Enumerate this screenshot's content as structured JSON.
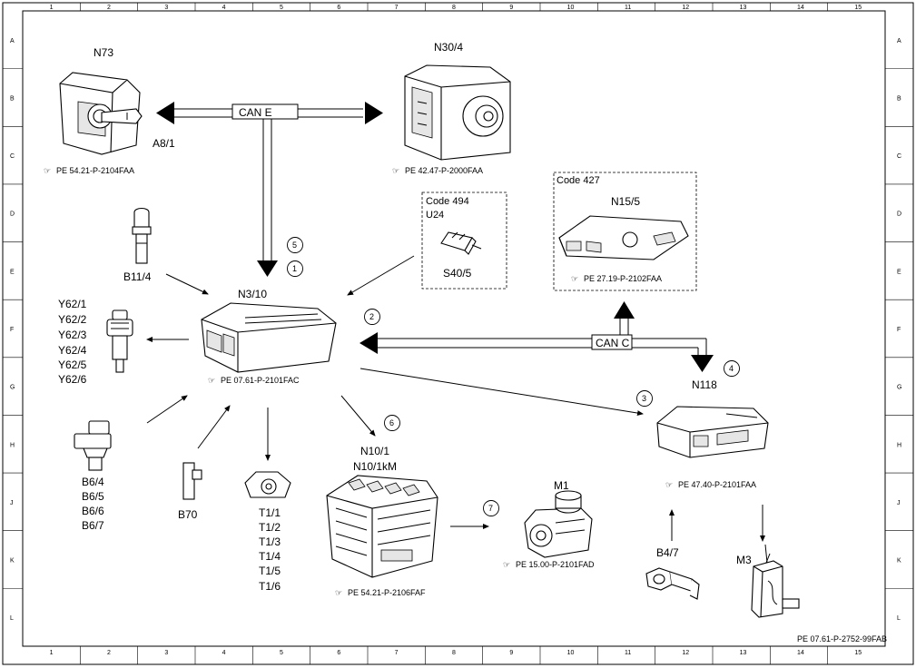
{
  "grid": {
    "cols": [
      "1",
      "2",
      "3",
      "4",
      "5",
      "6",
      "7",
      "8",
      "9",
      "10",
      "11",
      "12",
      "13",
      "14",
      "15"
    ],
    "rows": [
      "A",
      "B",
      "C",
      "D",
      "E",
      "F",
      "G",
      "H",
      "J",
      "K",
      "L"
    ]
  },
  "components": {
    "n73": "N73",
    "a8_1": "A8/1",
    "n30_4": "N30/4",
    "n3_10": "N3/10",
    "b11_4": "B11/4",
    "y62": [
      "Y62/1",
      "Y62/2",
      "Y62/3",
      "Y62/4",
      "Y62/5",
      "Y62/6"
    ],
    "b6": [
      "B6/4",
      "B6/5",
      "B6/6",
      "B6/7"
    ],
    "b70": "B70",
    "t1": [
      "T1/1",
      "T1/2",
      "T1/3",
      "T1/4",
      "T1/5",
      "T1/6"
    ],
    "n10": [
      "N10/1",
      "N10/1kM"
    ],
    "m1": "M1",
    "n118": "N118",
    "b4_7": "B4/7",
    "m3": "M3",
    "n15_5": "N15/5",
    "s40_5": "S40/5"
  },
  "codes": {
    "code494": "Code 494",
    "u24": "U24",
    "code427": "Code 427"
  },
  "buses": {
    "can_e": "CAN E",
    "can_c": "CAN C"
  },
  "refs": {
    "n73": "PE 54.21-P-2104FAA",
    "n30_4": "PE 42.47-P-2000FAA",
    "n3_10": "PE 07.61-P-2101FAC",
    "n15_5": "PE 27.19-P-2102FAA",
    "n118": "PE 47.40-P-2101FAA",
    "m1": "PE 15.00-P-2101FAD",
    "n10": "PE 54.21-P-2106FAF",
    "doc": "PE 07.61-P-2752-99FAB"
  },
  "callouts": [
    "5",
    "1",
    "2",
    "4",
    "3",
    "6",
    "7"
  ]
}
